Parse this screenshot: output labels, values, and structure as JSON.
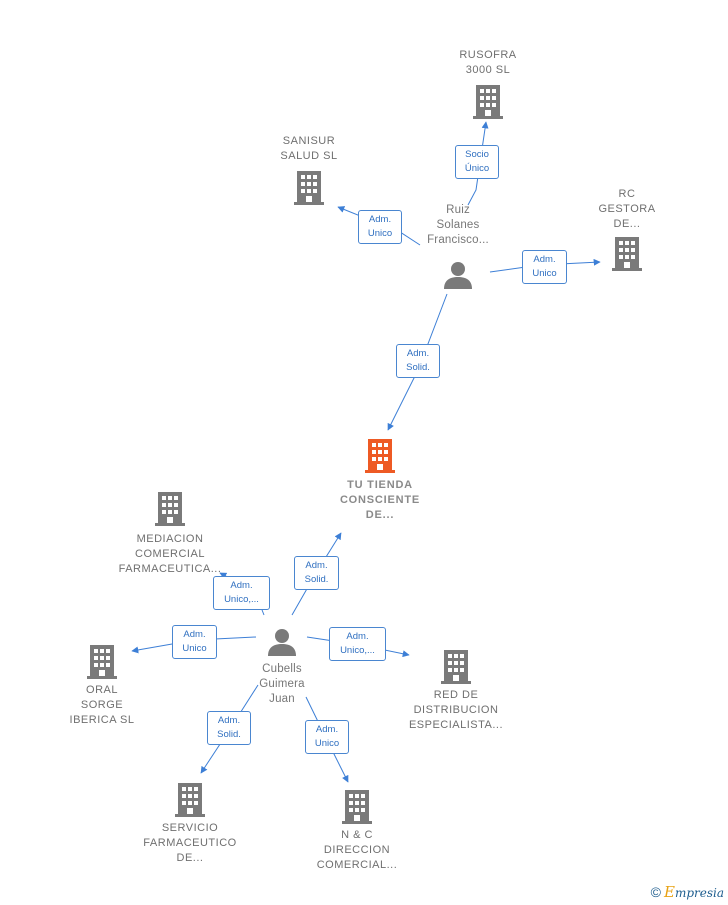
{
  "nodes": {
    "rusofra": {
      "label": "RUSOFRA\n3000  SL",
      "icon": "building-icon"
    },
    "sanisur": {
      "label": "SANISUR\nSALUD  SL",
      "icon": "building-icon"
    },
    "rc_gestora": {
      "label": "RC\nGESTORA\nDE...",
      "icon": "building-icon"
    },
    "ruiz": {
      "label": "Ruiz\nSolanes\nFrancisco...",
      "icon": "person-icon"
    },
    "main": {
      "label": "TU TIENDA\nCONSCIENTE\nDE...",
      "icon": "building-icon",
      "color": "#ee5a24"
    },
    "mediacion": {
      "label": "MEDIACION\nCOMERCIAL\nFARMACEUTICA...",
      "icon": "building-icon"
    },
    "cubells": {
      "label": "Cubells\nGuimera\nJuan",
      "icon": "person-icon"
    },
    "oral": {
      "label": "ORAL\nSORGE\nIBERICA SL",
      "icon": "building-icon"
    },
    "red": {
      "label": "RED DE\nDISTRIBUCION\nESPECIALISTA...",
      "icon": "building-icon"
    },
    "servicio": {
      "label": "SERVICIO\nFARMACEUTICO\nDE...",
      "icon": "building-icon"
    },
    "nc": {
      "label": "N & C\nDIRECCION\nCOMERCIAL...",
      "icon": "building-icon"
    }
  },
  "edges": {
    "ruiz_rusofra": "Socio\nÚnico",
    "ruiz_sanisur": "Adm.\nUnico",
    "ruiz_rc": "Adm.\nUnico",
    "ruiz_main": "Adm.\nSolid.",
    "cubells_main": "Adm.\nSolid.",
    "cubells_mediacion": "Adm.\nUnico,...",
    "cubells_oral": "Adm.\nUnico",
    "cubells_red": "Adm.\nUnico,...",
    "cubells_servicio": "Adm.\nSolid.",
    "cubells_nc": "Adm.\nUnico"
  },
  "footer": {
    "copyright": "©",
    "brand_first": "E",
    "brand_rest": "mpresia"
  },
  "colors": {
    "edge": "#3d7fd6",
    "icon": "#7a7a7a",
    "main_icon": "#ee5a24"
  }
}
